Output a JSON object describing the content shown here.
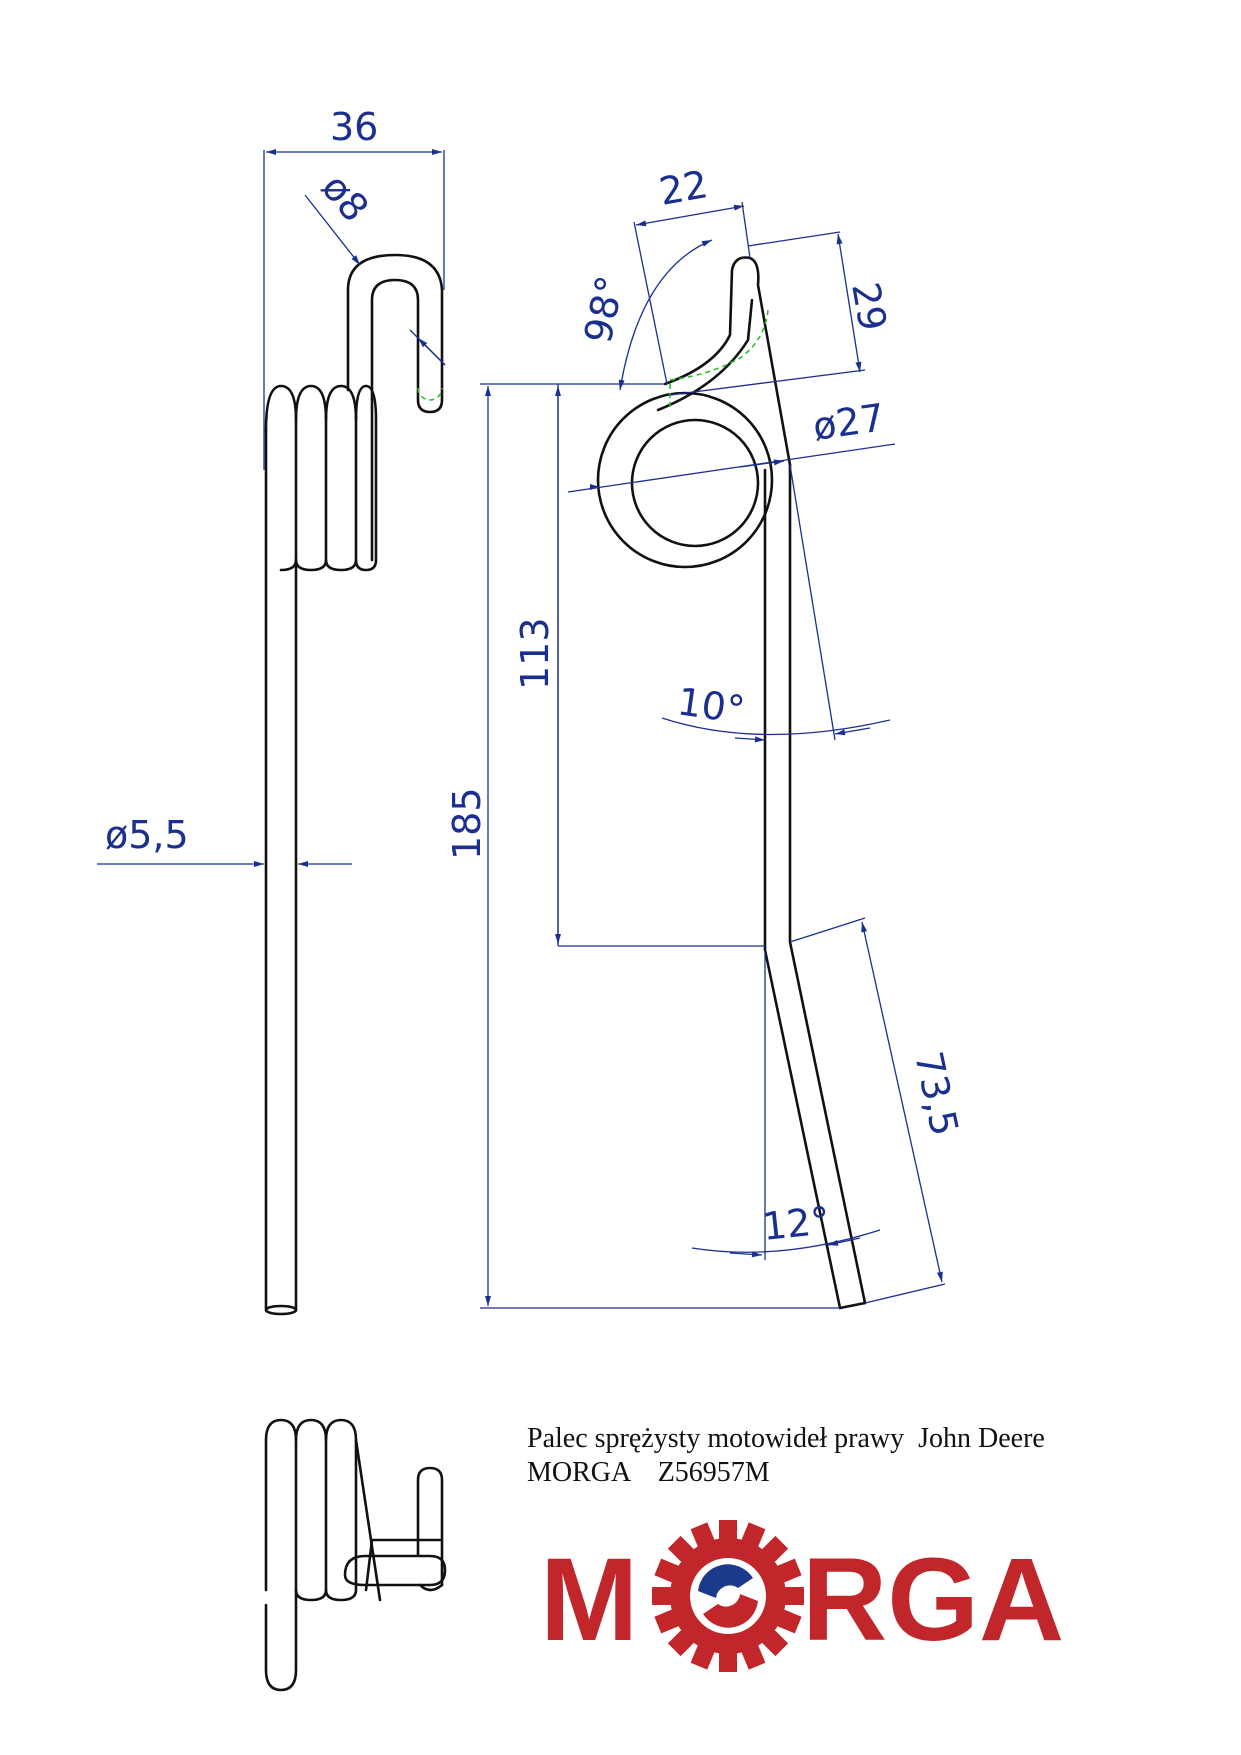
{
  "drawing": {
    "dimensions": {
      "width_top": "36",
      "wire_dia_top": "ø8",
      "wire_dia": "ø5,5",
      "total_height": "185",
      "coil_to_bend": "113",
      "hook_width": "22",
      "hook_angle": "98°",
      "hook_height": "29",
      "coil_dia": "ø27",
      "angle_10": "10°",
      "lower_length": "73,5",
      "angle_12": "12°"
    }
  },
  "caption": {
    "line1": "Palec sprężysty motowideł prawy  John Deere",
    "line2": "MORGA    Z56957M"
  },
  "logo": {
    "text_left": "M",
    "text_right": "RGA",
    "brand_color": "#c0262a",
    "accent_color": "#1c3a8c"
  }
}
